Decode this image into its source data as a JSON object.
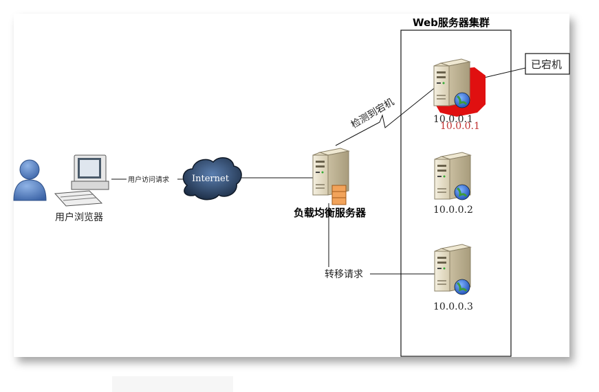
{
  "diagram": {
    "cluster_title": "Web服务器集群",
    "user_label": "用户浏览器",
    "request_label": "用户访问请求",
    "internet_label": "Internet",
    "lb_label": "负载均衡服务器",
    "detect_label": "检测到宕机",
    "transfer_label": "转移请求",
    "down_label": "已宕机",
    "servers": [
      {
        "ip": "10.0.0.1",
        "ip_overlay": "10.0.0.1",
        "status": "down"
      },
      {
        "ip": "10.0.0.2",
        "status": "up"
      },
      {
        "ip": "10.0.0.3",
        "status": "up"
      }
    ],
    "colors": {
      "down_red": "#e01010",
      "ip_red": "#c03030",
      "user_blue": "#3f6fb0",
      "cloud_dark": "#1f3148",
      "server_beige": "#e8e0c8",
      "globe_blue": "#2a63c8"
    }
  }
}
